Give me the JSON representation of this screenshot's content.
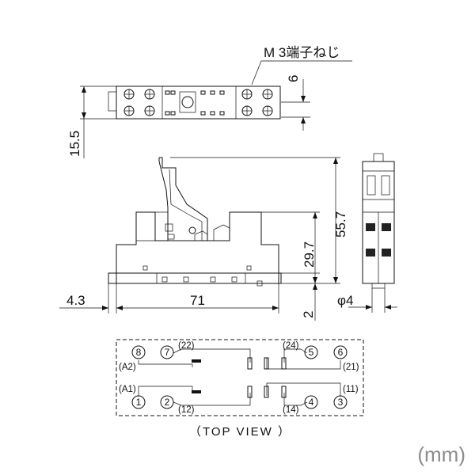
{
  "dimensions": {
    "screw_label": "M 3端子ねじ",
    "d6": "6",
    "d15_5": "15.5",
    "d55_7": "55.7",
    "d29_7": "29.7",
    "d4_3": "4.3",
    "d71": "71",
    "d2": "2",
    "dphi4": "φ4"
  },
  "terminals": {
    "t8": "8",
    "t7": "7",
    "t22": "(22)",
    "t24": "(24)",
    "t5": "5",
    "t6": "6",
    "tA2": "(A2)",
    "t21": "(21)",
    "tA1": "(A1)",
    "t11": "(11)",
    "t1": "1",
    "t2": "2",
    "t12": "(12)",
    "t14": "(14)",
    "t4": "4",
    "t3": "3"
  },
  "caption": "（TOP VIEW ）",
  "unit": "(mm)"
}
